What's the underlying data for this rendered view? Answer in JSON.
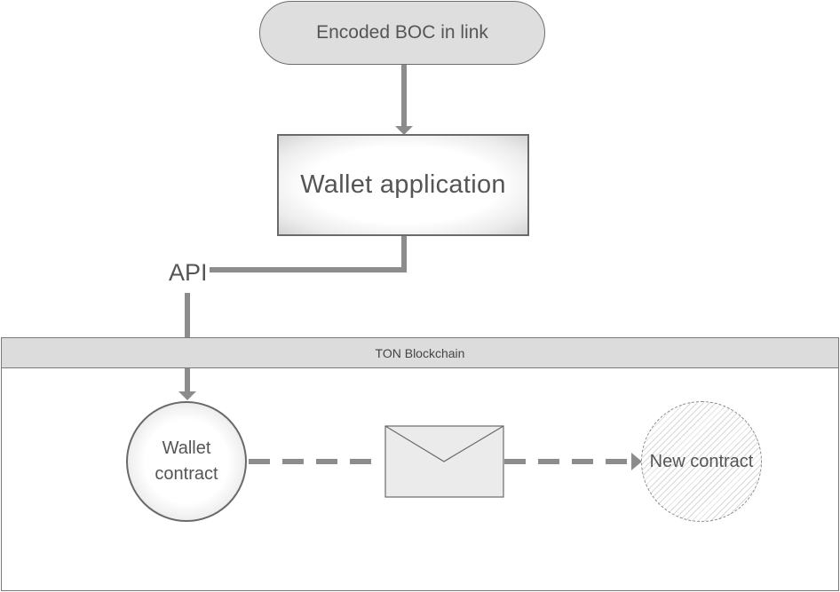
{
  "nodes": {
    "encoded_boc": "Encoded BOC in link",
    "wallet_app": "Wallet application",
    "api_label": "API",
    "pool_title": "TON Blockchain",
    "wallet_contract_line1": "Wallet",
    "wallet_contract_line2": "contract",
    "new_contract": "New contract"
  },
  "colors": {
    "connector": "#8c8c8c",
    "border": "#6a6a6a",
    "fill_light": "#dedede"
  },
  "icons": {
    "message": "envelope-icon"
  }
}
